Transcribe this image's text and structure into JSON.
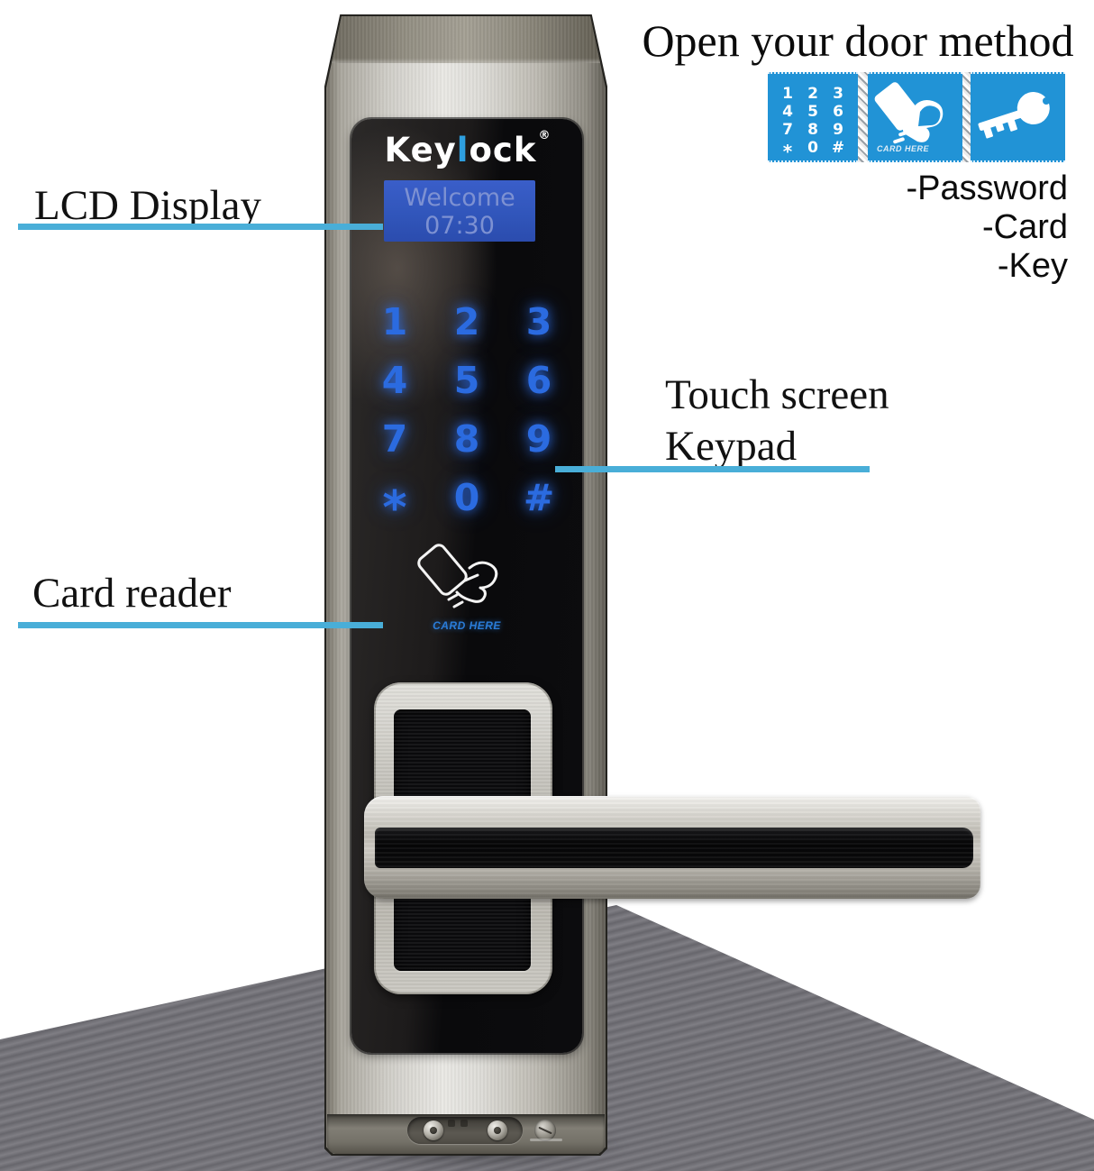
{
  "annotations": {
    "lcd_label": "LCD Display",
    "touch_label_line1": "Touch screen",
    "touch_label_line2": "Keypad",
    "card_label": "Card reader",
    "line_color": "#49aed8"
  },
  "methods": {
    "title": "Open your door method",
    "items": [
      "-Password",
      "-Card",
      "-Key"
    ],
    "tile_color": "#2193d6",
    "card_tile_text": "CARD HERE"
  },
  "lock": {
    "brand_prefix": "Key",
    "brand_accent": "l",
    "brand_suffix": "ock",
    "brand_reg": "®",
    "lcd_line1": "Welcome",
    "lcd_line2": "07:30",
    "keys": [
      "1",
      "2",
      "3",
      "4",
      "5",
      "6",
      "7",
      "8",
      "9",
      "*",
      "0",
      "#"
    ],
    "card_here": "CARD HERE"
  },
  "colors": {
    "keypad_glow_blue": "#2b6be0",
    "lcd_background": "#3156bb",
    "lcd_text": "#7d91d2",
    "brand_accent_blue": "#2e9fdf",
    "card_here_blue": "#2a7cd8",
    "floor_stripe_dark": "#67666c",
    "floor_stripe_light": "#7f7e84"
  }
}
